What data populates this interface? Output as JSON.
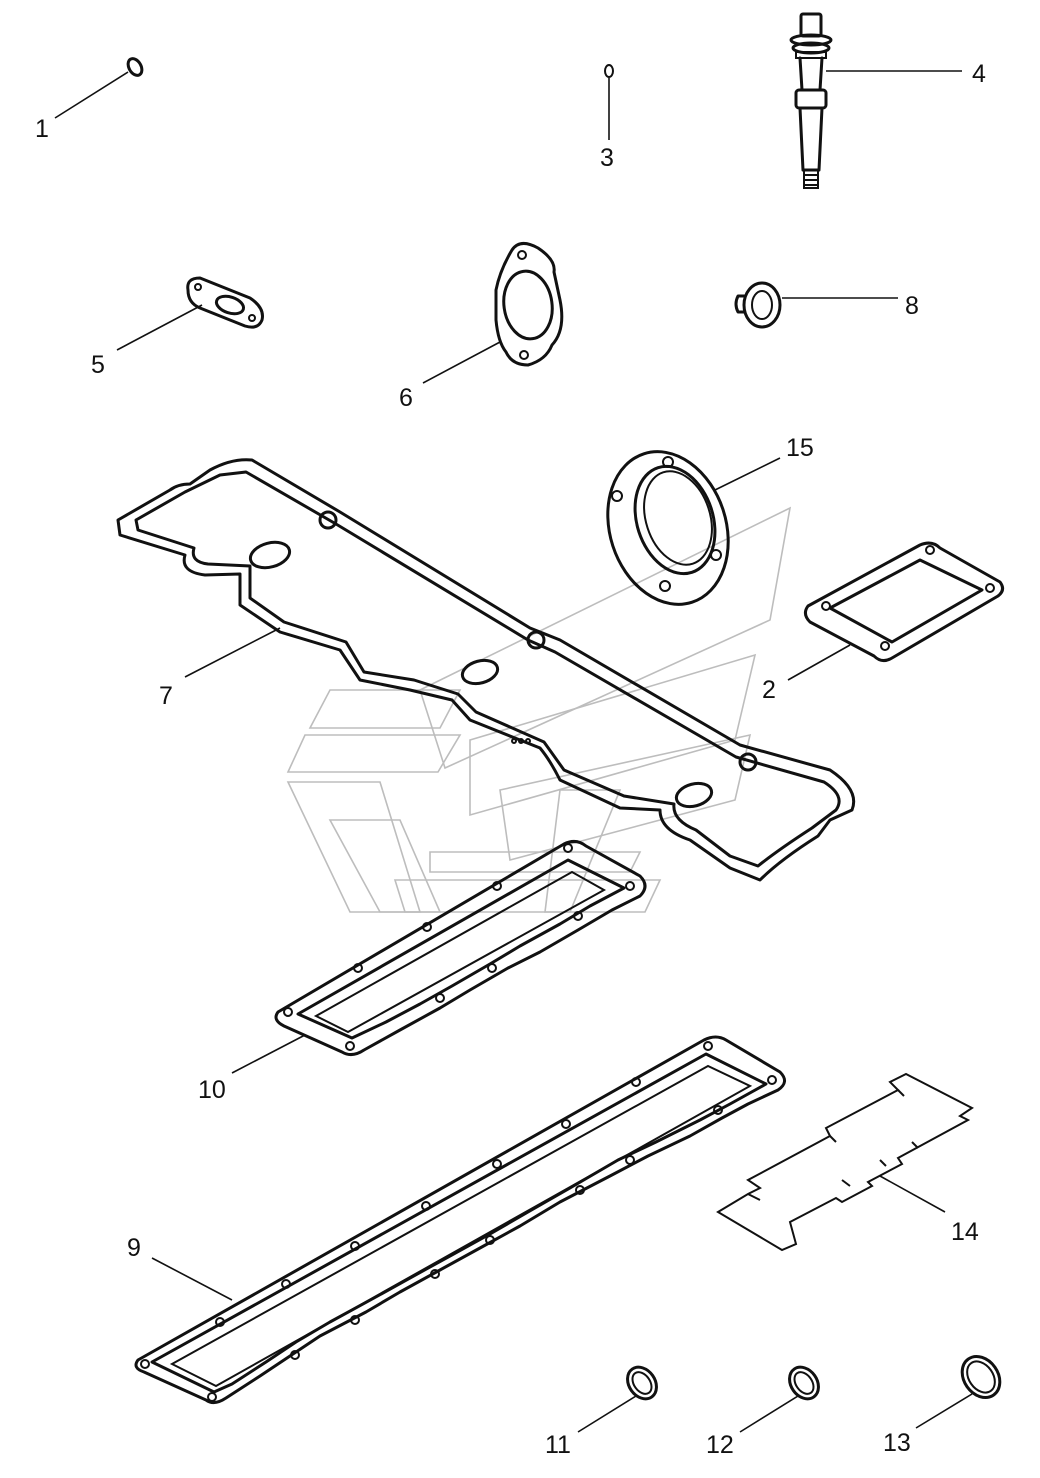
{
  "callouts": {
    "c1": "1",
    "c2": "2",
    "c3": "3",
    "c4": "4",
    "c5": "5",
    "c6": "6",
    "c7": "7",
    "c8": "8",
    "c9": "9",
    "c10": "10",
    "c11": "11",
    "c12": "12",
    "c13": "13",
    "c14": "14",
    "c15": "15"
  },
  "colors": {
    "line": "#111111",
    "watermark": "#bdbdbd",
    "background": "#ffffff"
  }
}
